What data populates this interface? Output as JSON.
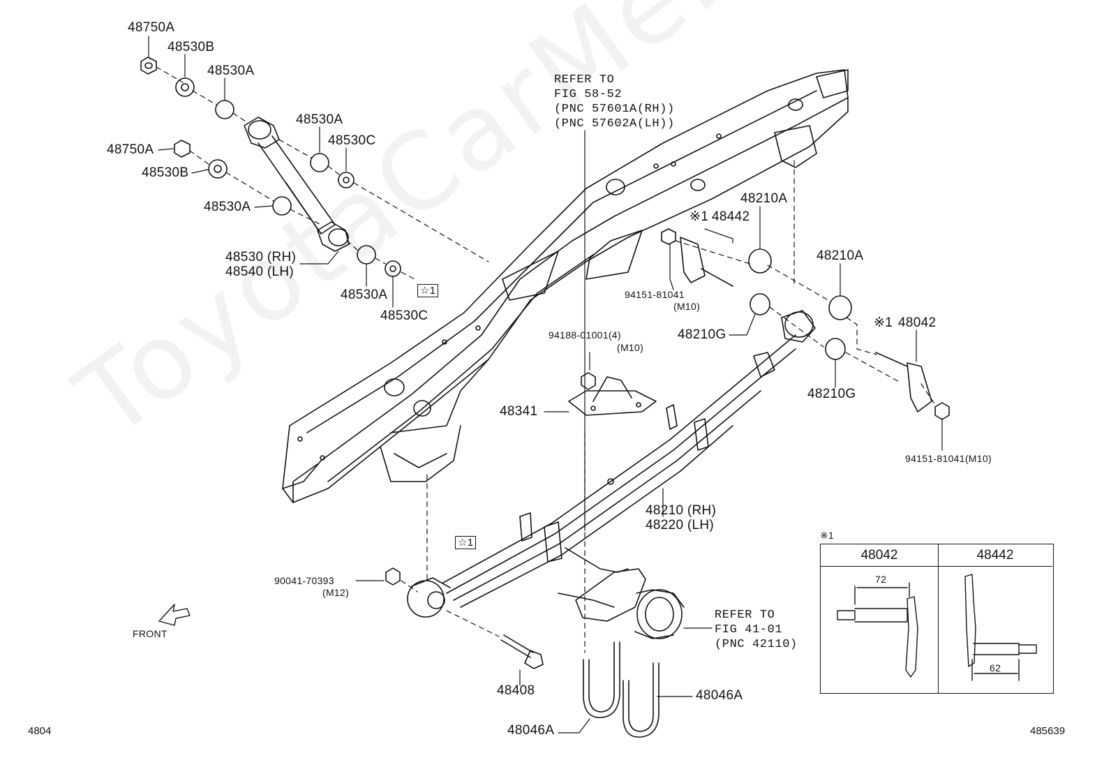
{
  "watermark": "ToyotaCarMe.ru",
  "diagram_id": "4804",
  "image_id": "485639",
  "front_label": "FRONT",
  "star_symbol": "☆1",
  "note_symbol": "※1",
  "labels": {
    "p48750A_top": "48750A",
    "p48530B_top": "48530B",
    "p48530A_top": "48530A",
    "p48530A_mid": "48530A",
    "p48530C_top": "48530C",
    "p48750A_mid": "48750A",
    "p48530B_mid": "48530B",
    "p48530A_low": "48530A",
    "p48530_rh": "48530 (RH)",
    "p48540_lh": "48540 (LH)",
    "p48530A_bot": "48530A",
    "p48530C_bot": "48530C",
    "refer1_l1": "REFER TO",
    "refer1_l2": "FIG 58-52",
    "refer1_l3": "(PNC 57601A(RH))",
    "refer1_l4": "(PNC 57602A(LH))",
    "p48210A_top": "48210A",
    "p48442": "48442",
    "p94151_l1": "94151-81041",
    "p94151_l2": "(M10)",
    "p48210A_right": "48210A",
    "p48210G_left": "48210G",
    "p94188_l1": "94188-01001(4)",
    "p94188_l2": "(M10)",
    "p48042": "48042",
    "p48210G_right": "48210G",
    "p48341": "48341",
    "p94151_right": "94151-81041(M10)",
    "p48210_rh": "48210 (RH)",
    "p48220_lh": "48220 (LH)",
    "p90041_l1": "90041-70393",
    "p90041_l2": "(M12)",
    "refer2_l1": "REFER TO",
    "refer2_l2": "FIG 41-01",
    "refer2_l3": "(PNC 42110)",
    "p48408": "48408",
    "p48046A_right": "48046A",
    "p48046A_left": "48046A"
  },
  "inset_table": {
    "col1_header": "48042",
    "col2_header": "48442",
    "col1_dim": "72",
    "col2_dim": "62"
  }
}
